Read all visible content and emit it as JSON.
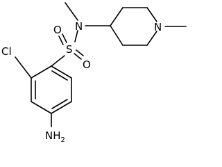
{
  "atoms": {
    "cl": "Cl",
    "s": "S",
    "o_top": "O",
    "o_bottom": "O",
    "n_sulfonamide": "N",
    "n_piperidine": "N",
    "nh2_main": "NH",
    "nh2_sub": "2"
  },
  "colors": {
    "bond": "#000000",
    "label": "#000000",
    "background": "#ffffff"
  }
}
